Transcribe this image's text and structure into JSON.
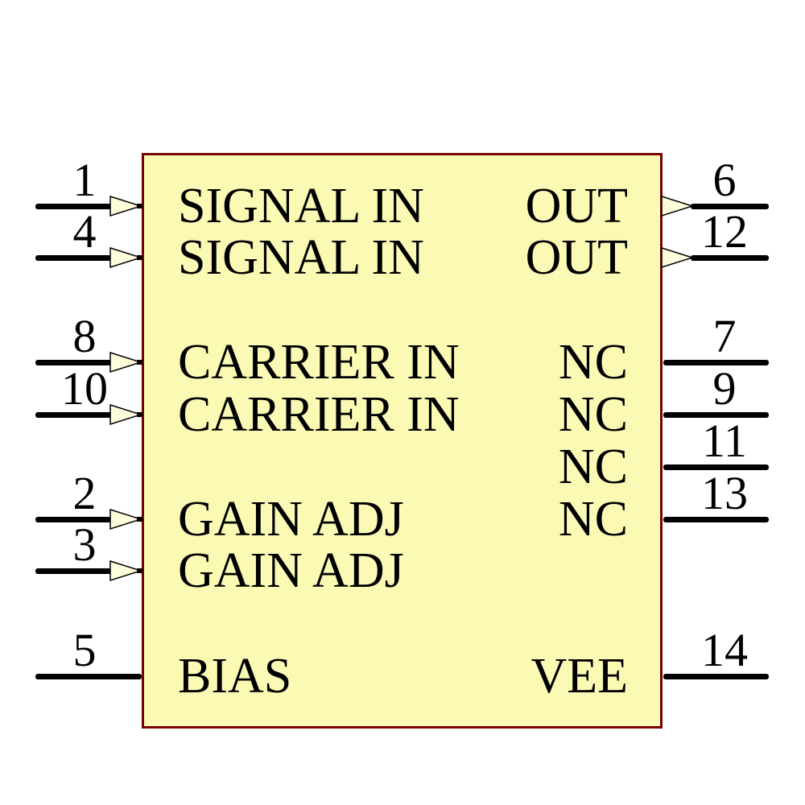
{
  "symbol": {
    "kind": "ic-schematic-symbol",
    "colors": {
      "body_fill": "#FAFAB4",
      "body_border": "#7A0000",
      "arrow_fill": "#FDFDDC",
      "wire": "#000000",
      "text": "#000000",
      "background": "#FFFFFF"
    }
  },
  "pins": {
    "left": [
      {
        "number": "1",
        "label": "SIGNAL IN",
        "arrow": true
      },
      {
        "number": "4",
        "label": "SIGNAL IN",
        "arrow": true
      },
      {
        "number": "8",
        "label": "CARRIER IN",
        "arrow": true
      },
      {
        "number": "10",
        "label": "CARRIER IN",
        "arrow": true
      },
      {
        "number": "2",
        "label": "GAIN ADJ",
        "arrow": true
      },
      {
        "number": "3",
        "label": "GAIN ADJ",
        "arrow": true
      },
      {
        "number": "5",
        "label": "BIAS",
        "arrow": false
      }
    ],
    "right": [
      {
        "number": "6",
        "label": "OUT",
        "arrow": true
      },
      {
        "number": "12",
        "label": "OUT",
        "arrow": true
      },
      {
        "number": "7",
        "label": "NC",
        "arrow": false
      },
      {
        "number": "9",
        "label": "NC",
        "arrow": false
      },
      {
        "number": "11",
        "label": "NC",
        "arrow": false
      },
      {
        "number": "13",
        "label": "NC",
        "arrow": false
      },
      {
        "number": "14",
        "label": "VEE",
        "arrow": false
      }
    ]
  }
}
